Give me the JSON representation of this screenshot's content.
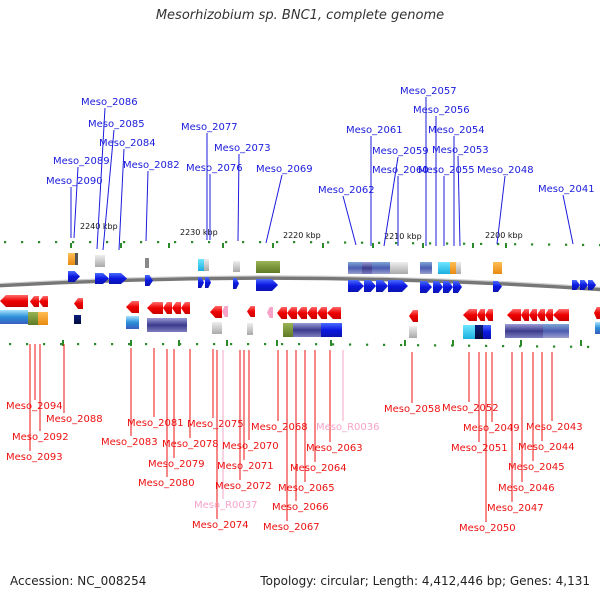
{
  "title": "Mesorhizobium sp. BNC1, complete genome",
  "footer": {
    "accession": "Accession: NC_008254",
    "summary": "Topology: circular; Length: 4,412,446 bp; Genes: 4,131"
  },
  "colors": {
    "forward_gene": "#1b1bdd",
    "reverse_gene": "#ee1111",
    "rna": "#f7a3c8",
    "backbone": "#888888"
  },
  "scale_ticks": [
    "2240 kbp",
    "2230 kbp",
    "2220 kbp",
    "2210 kbp",
    "2200 kbp"
  ],
  "top_labels": [
    "Meso_2086",
    "Meso_2085",
    "Meso_2084",
    "Meso_2089",
    "Meso_2082",
    "Meso_2090",
    "Meso_2077",
    "Meso_2076",
    "Meso_2073",
    "Meso_2069",
    "Meso_2057",
    "Meso_2056",
    "Meso_2061",
    "Meso_2054",
    "Meso_2059",
    "Meso_2053",
    "Meso_2060",
    "Meso_2055",
    "Meso_2048",
    "Meso_2062",
    "Meso_2041"
  ],
  "bottom_labels": [
    "Meso_2094",
    "Meso_2088",
    "Meso_2092",
    "Meso_2093",
    "Meso_2081",
    "Meso_2083",
    "Meso_2075",
    "Meso_2078",
    "Meso_2079",
    "Meso_2080",
    "Meso_2068",
    "Meso_2070",
    "Meso_2071",
    "Meso_2072",
    "Meso_R0037",
    "Meso_2074",
    "Meso_R0036",
    "Meso_2063",
    "Meso_2064",
    "Meso_2065",
    "Meso_2066",
    "Meso_2067",
    "Meso_2058",
    "Meso_2052",
    "Meso_2049",
    "Meso_2051",
    "Meso_2043",
    "Meso_2044",
    "Meso_2045",
    "Meso_2046",
    "Meso_2047",
    "Meso_2050"
  ]
}
